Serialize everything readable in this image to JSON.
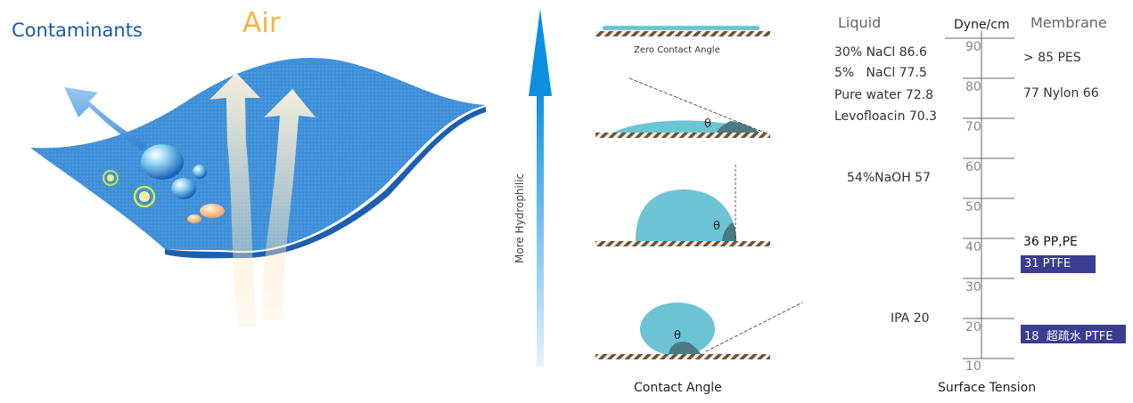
{
  "left_panel": {
    "contaminants_label": "Contaminants",
    "air_label": "Air"
  },
  "contact_angle": {
    "axis_label": "More Hydrophilic",
    "zero_label": "Zero Contact Angle",
    "theta_symbol": "θ",
    "caption": "Contact Angle"
  },
  "liquids": {
    "header": "Liquid",
    "items": [
      {
        "name": "30% NaCl",
        "value": "86.6",
        "text": "30% NaCl 86.6"
      },
      {
        "name": "5% NaCl",
        "value": "77.5",
        "text": "5%   NaCl 77.5"
      },
      {
        "name": "Pure water",
        "value": "72.8",
        "text": "Pure water 72.8"
      },
      {
        "name": "Levofloacin",
        "value": "70.3",
        "text": "Levofloacin 70.3"
      },
      {
        "name": "54%NaOH",
        "value": "57",
        "text": "54%NaOH 57"
      },
      {
        "name": "IPA",
        "value": "20",
        "text": "IPA 20"
      }
    ]
  },
  "scale": {
    "header": "Dyne/cm",
    "ticks": [
      "90",
      "80",
      "70",
      "60",
      "50",
      "40",
      "30",
      "20",
      "10"
    ],
    "caption": "Surface Tension"
  },
  "membranes": {
    "header": "Membrane",
    "items": [
      {
        "text": "> 85 PES",
        "highlight": false
      },
      {
        "text": "77 Nylon 66",
        "highlight": false
      },
      {
        "text": "36 PP,PE",
        "highlight": false
      },
      {
        "text": "31 PTFE",
        "highlight": true
      },
      {
        "text": "18  超疏水 PTFE",
        "highlight": true
      }
    ]
  },
  "colors": {
    "membrane_blue": "#3f8fd8",
    "droplet": "#6cc4d4",
    "air_arrow": "#f5b53f",
    "highlight_box": "#3a3d8f"
  }
}
